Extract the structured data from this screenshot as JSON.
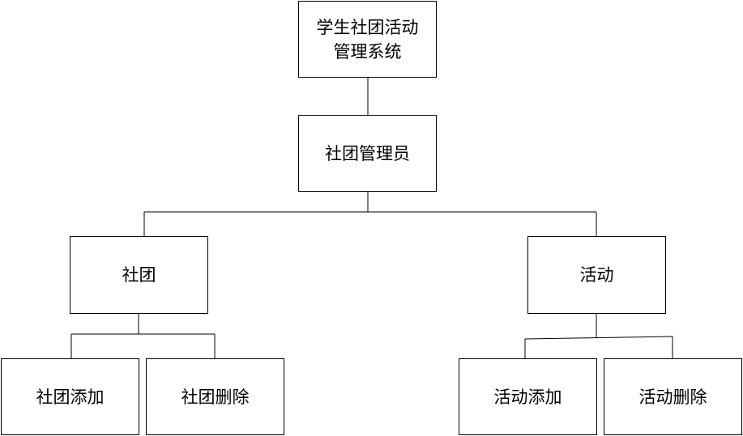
{
  "diagram": {
    "root": "学生社团活动\n管理系统",
    "admin": "社团管理员",
    "club": "社团",
    "activity": "活动",
    "club_add": "社团添加",
    "club_delete": "社团删除",
    "activity_add": "活动添加",
    "activity_delete": "活动删除"
  },
  "colors": {
    "line": "#000000",
    "box_border": "#000000",
    "background": "#ffffff"
  }
}
